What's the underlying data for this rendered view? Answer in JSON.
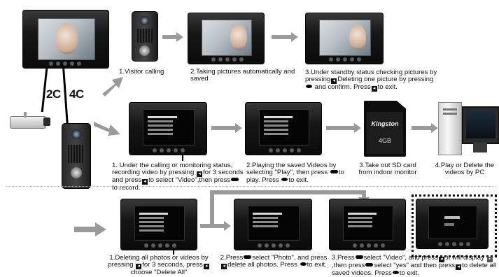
{
  "wiring": {
    "label_camera": "2C",
    "label_door": "4C"
  },
  "steps": {
    "s1": "1.Visitor calling",
    "s2": "2.Taking pictures automatically and saved",
    "s3a": "3.Under standby status checking pictures by pressing",
    "s3b": "Deleting one picture by pressing",
    "s3c": "and confirm. Press",
    "s3d": "to exit.",
    "r1a": "1. Under the calling or monitoring status, recording video by pressing",
    "r1b": "for 3 seconds and press",
    "r1c": "to select \"Video\",then press",
    "r1d": "to record.",
    "r2a": "2.Playing the saved Videos by selecting \"Play\", then press",
    "r2b": "to play. Press",
    "r2c": "to exit.",
    "r3": "3.Take out SD card from indoor monitor",
    "r4": "4.Play or Delete the videos by PC",
    "d1a": "1.Deleting all photos or videos by pressing",
    "d1b": "for 3 seconds, press",
    "d1c": "choose \"Delete All\"",
    "d2a": "2.Press",
    "d2b": "select \"Photo\", and press",
    "d2c": "delete all photos. Press",
    "d2d": "to exit.",
    "d3a": "3.Press",
    "d3b": "select \"Video\", and press",
    "d3c": ",it will display",
    "d3d": ",then press",
    "d3e": "select \"yes\" and then press",
    "d3f": "to delete all saved videos. Press",
    "d3g": "to exit."
  },
  "sdcard": {
    "brand": "Kingston",
    "capacity": "4GB"
  },
  "colors": {
    "arrow": "#9a9a9a",
    "device": "#161616"
  }
}
